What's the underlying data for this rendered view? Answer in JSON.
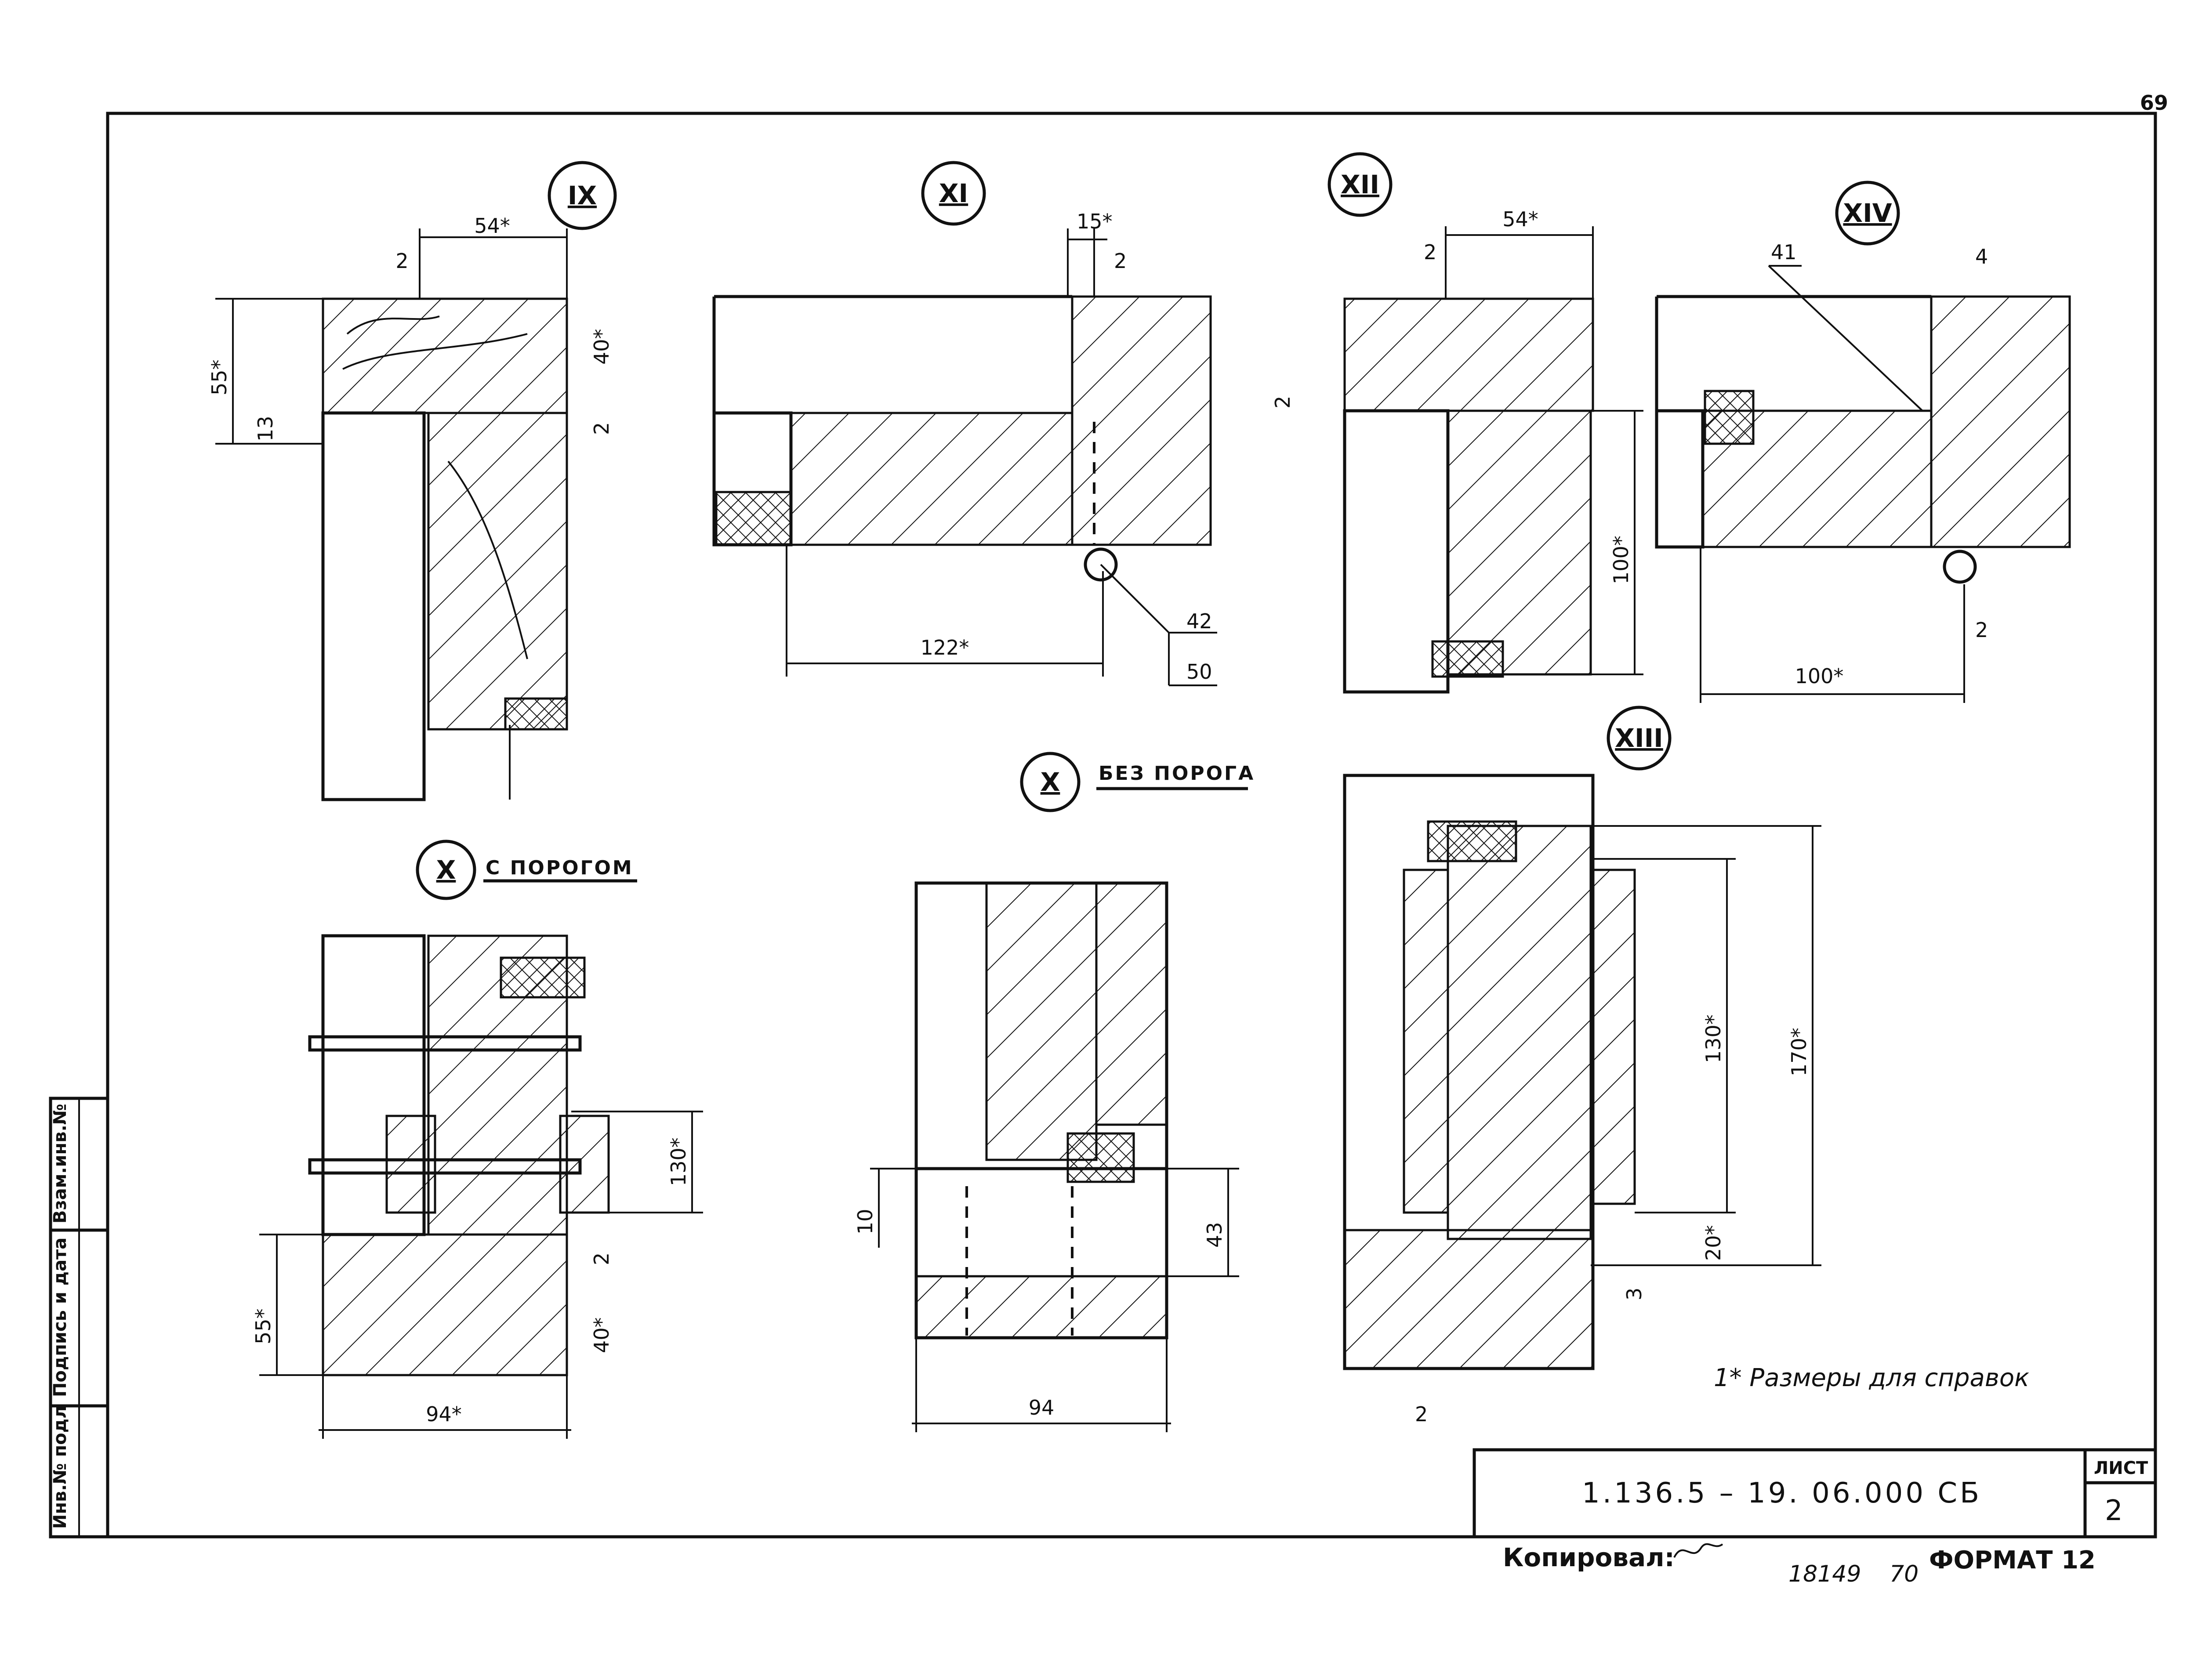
{
  "page_number": "69",
  "details": {
    "ix": {
      "mark": "IX",
      "dims": [
        "54*",
        "2",
        "55*",
        "40*",
        "13",
        "2"
      ]
    },
    "xi": {
      "mark": "XI",
      "dims": [
        "15*",
        "2",
        "122*",
        "42",
        "50"
      ]
    },
    "xii": {
      "mark": "XII",
      "dims": [
        "54*",
        "2",
        "2",
        "100*"
      ]
    },
    "xiv": {
      "mark": "XIV",
      "dims": [
        "41",
        "4",
        "100*",
        "2"
      ]
    },
    "x_with_threshold": {
      "mark": "X",
      "label": "С ПОРОГОМ",
      "dims": [
        "130*",
        "2",
        "55*",
        "40*",
        "94*"
      ]
    },
    "x_no_threshold": {
      "mark": "X",
      "label": "БЕЗ ПОРОГА",
      "dims": [
        "10",
        "43",
        "94"
      ]
    },
    "xiii": {
      "mark": "XIII",
      "dims": [
        "130*",
        "170*",
        "20*",
        "3",
        "2"
      ]
    }
  },
  "note": "1* Размеры для справок",
  "stamp_side": [
    "Инв.№ подл",
    "Подпись и дата",
    "Взам.инв.№"
  ],
  "title_block": {
    "code": "1.136.5 – 19. 06.000 СБ",
    "sheet_label": "ЛИСТ",
    "sheet_number": "2"
  },
  "footer": {
    "copied_label": "Копировал:",
    "order_number": "18149",
    "order_suffix": "70",
    "format_label": "ФОРМАТ 12"
  }
}
